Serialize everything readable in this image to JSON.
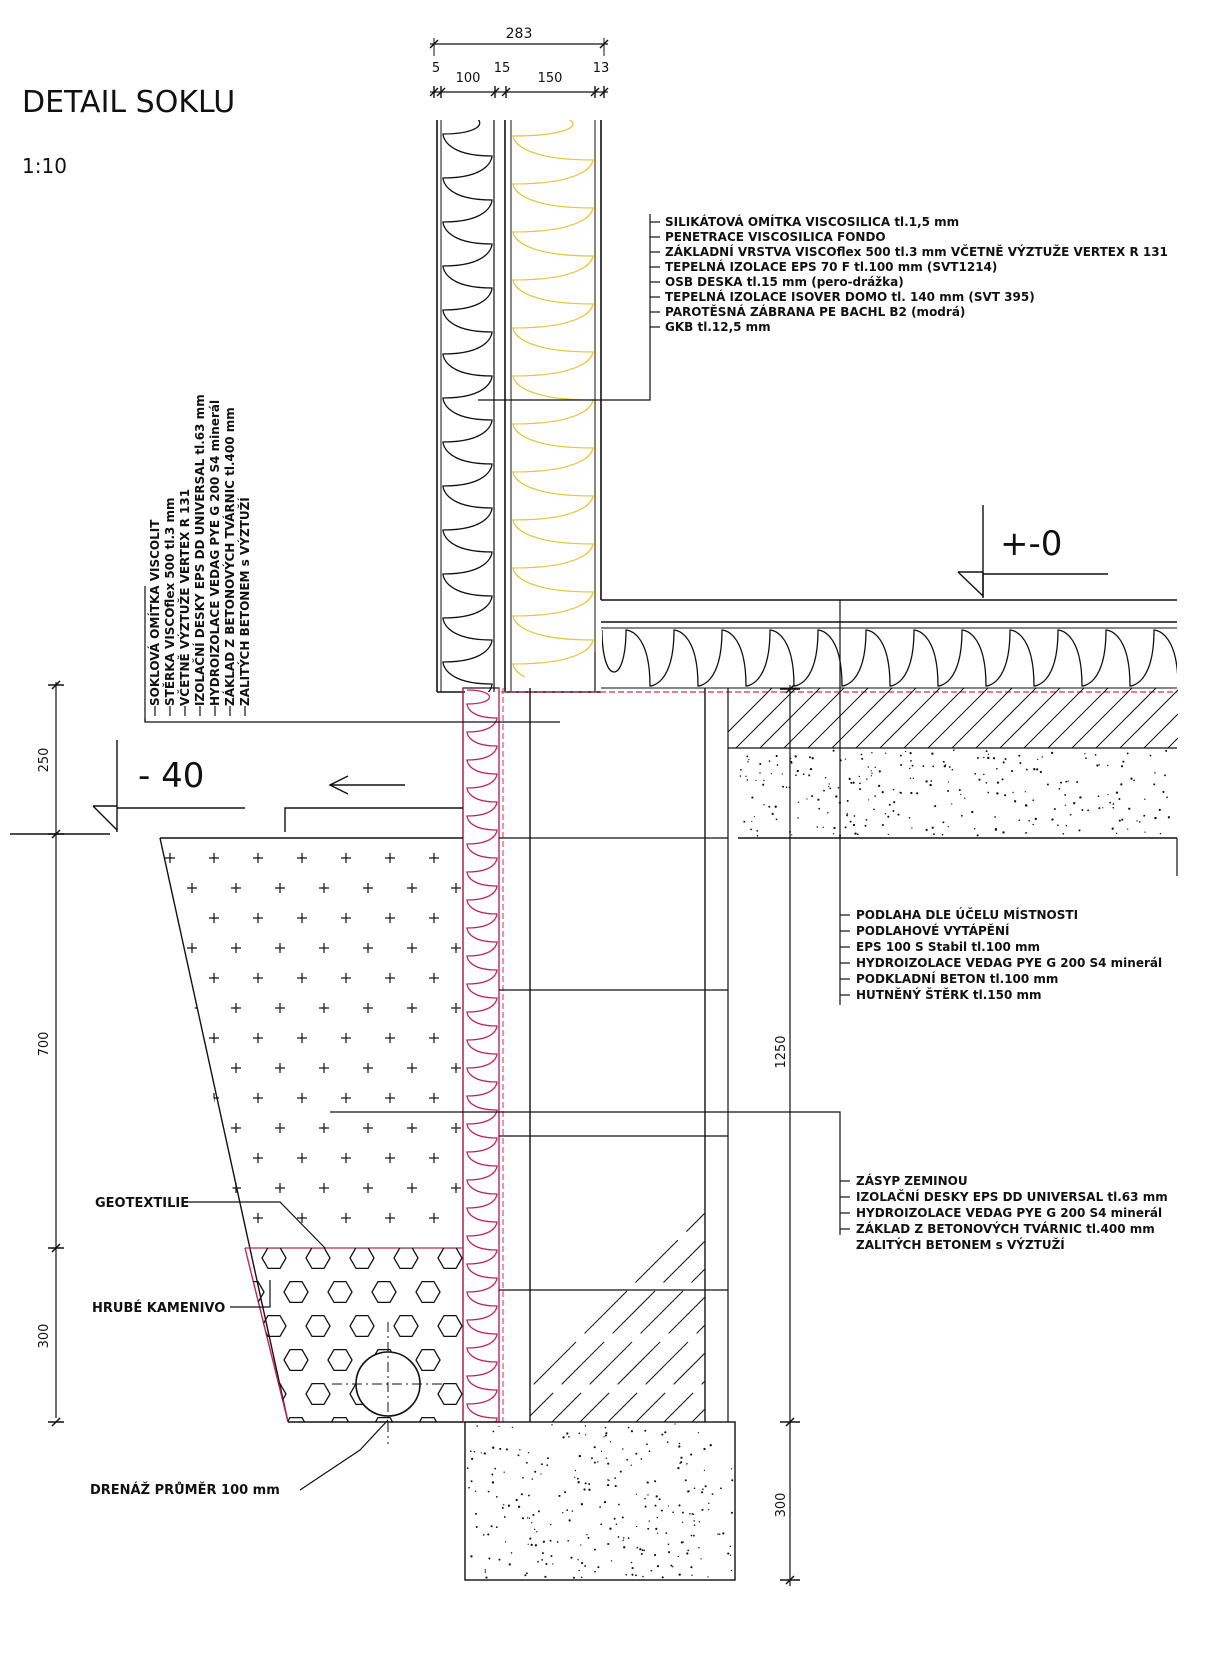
{
  "title": "DETAIL SOKLU",
  "scale": "1:10",
  "dims_top": {
    "total": "283",
    "parts": [
      "5",
      "100",
      "15",
      "150",
      "13"
    ]
  },
  "dims_left": [
    "250",
    "700",
    "300"
  ],
  "dims_right": [
    "1250",
    "300"
  ],
  "levels": {
    "floor": "+-0",
    "ground": "- 40"
  },
  "wall_layers": [
    "SILIKÁTOVÁ OMÍTKA VISCOSILICA tl.1,5 mm",
    "PENETRACE VISCOSILICA FONDO",
    "ZÁKLADNÍ VRSTVA VISCOflex 500 tl.3 mm VČETNĚ VÝZTUŽE VERTEX R 131",
    "TEPELNÁ IZOLACE EPS 70 F tl.100 mm (SVT1214)",
    "OSB DESKA tl.15 mm (pero-drážka)",
    "TEPELNÁ IZOLACE ISOVER DOMO tl. 140 mm (SVT 395)",
    "PAROTĚSNÁ ZÁBRANA PE BACHL B2 (modrá)",
    "GKB tl.12,5 mm"
  ],
  "plinth_layers": [
    "SOKLOVÁ OMÍTKA VISCOLIT",
    "STĚRKA VISCOflex 500 tl.3 mm",
    "VČETNĚ VÝZTUŽE VERTEX R 131",
    "IZOLAČNÍ DESKY EPS DD UNIVERSAL tl.63 mm",
    "HYDROIZOLACE VEDAG PYE G 200 S4 minerál",
    "ZÁKLAD Z BETONOVÝCH TVÁRNIC tl.400 mm",
    "ZALITÝCH BETONEM s VÝZTUŽÍ"
  ],
  "floor_layers": [
    "PODLAHA DLE ÚČELU MÍSTNOSTI",
    "PODLAHOVÉ VYTÁPĚNÍ",
    "EPS 100 S Stabil tl.100 mm",
    "HYDROIZOLACE VEDAG PYE G 200 S4 minerál",
    "PODKLADNÍ BETON tl.100 mm",
    "HUTNĚNÝ ŠTĚRK tl.150 mm"
  ],
  "foundation_layers": [
    "ZÁSYP ZEMINOU",
    "IZOLAČNÍ DESKY EPS DD UNIVERSAL tl.63 mm",
    "HYDROIZOLACE VEDAG PYE G 200 S4 minerál",
    "ZÁKLAD Z BETONOVÝCH TVÁRNIC tl.400 mm",
    "ZALITÝCH BETONEM s VÝZTUŽÍ"
  ],
  "callouts": {
    "geotextile": "GEOTEXTILIE",
    "gravel": "HRUBÉ KAMENIVO",
    "drain": "DRENÁŽ PRŮMĚR 100 mm"
  },
  "colors": {
    "line": "#111111",
    "eps_insulation": "#e8c53a",
    "perimeter_insulation": "#c0245c",
    "hydro_line": "#d0304a"
  }
}
